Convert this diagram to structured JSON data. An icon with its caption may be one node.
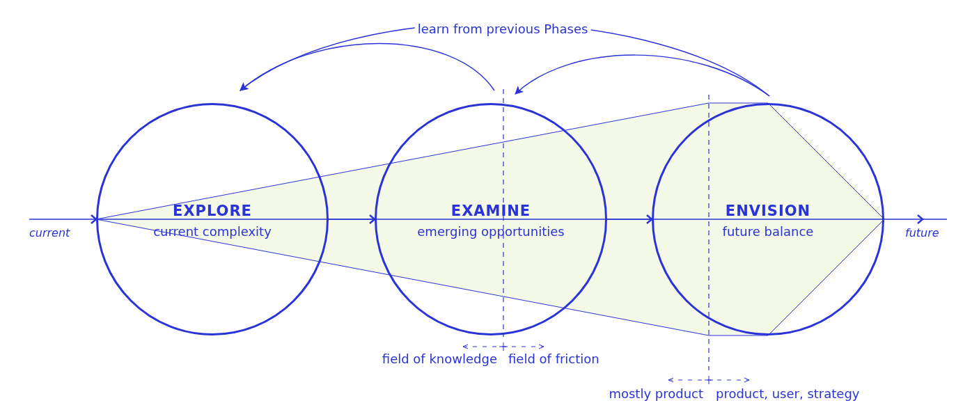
{
  "diagram": {
    "nodes": [
      {
        "text": [
          "EXPLORE",
          "current complexity"
        ]
      },
      {
        "text": [
          "EXAMINE",
          "emerging opportunities"
        ]
      },
      {
        "text": [
          "ENVISION",
          "future balance"
        ]
      },
      {
        "text": [
          "current"
        ]
      },
      {
        "text": [
          "future"
        ]
      }
    ],
    "edges": [
      {
        "from": 3,
        "to": 0,
        "arrow": "to"
      },
      {
        "from": 0,
        "to": 1,
        "arrow": "to"
      },
      {
        "from": 1,
        "to": 2,
        "arrow": "to"
      },
      {
        "from": 2,
        "to": 4,
        "arrow": "to"
      },
      {
        "from": 2,
        "to": 0,
        "arrow": "to",
        "label": "learn from previous Phases"
      },
      {
        "from": 1,
        "to": 0,
        "arrow": "to"
      },
      {
        "from": 2,
        "to": 1,
        "arrow": "to"
      }
    ],
    "labels": [
      "field of knowledge",
      "field of friction",
      "mostly product",
      "product, user, strategy"
    ]
  }
}
